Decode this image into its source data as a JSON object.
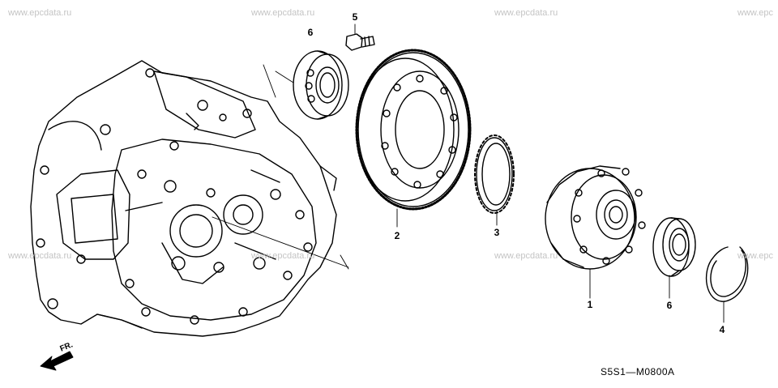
{
  "watermark": "www.epcdata.ru",
  "watermark_cut": "www.epc",
  "callouts": {
    "gear": "2",
    "ring": "3",
    "diff": "1",
    "bearing_top": "6",
    "bearing_right": "6",
    "bolt": "5",
    "clip": "4"
  },
  "diagram_code": "S5S1—M0800A",
  "direction_label": "FR."
}
